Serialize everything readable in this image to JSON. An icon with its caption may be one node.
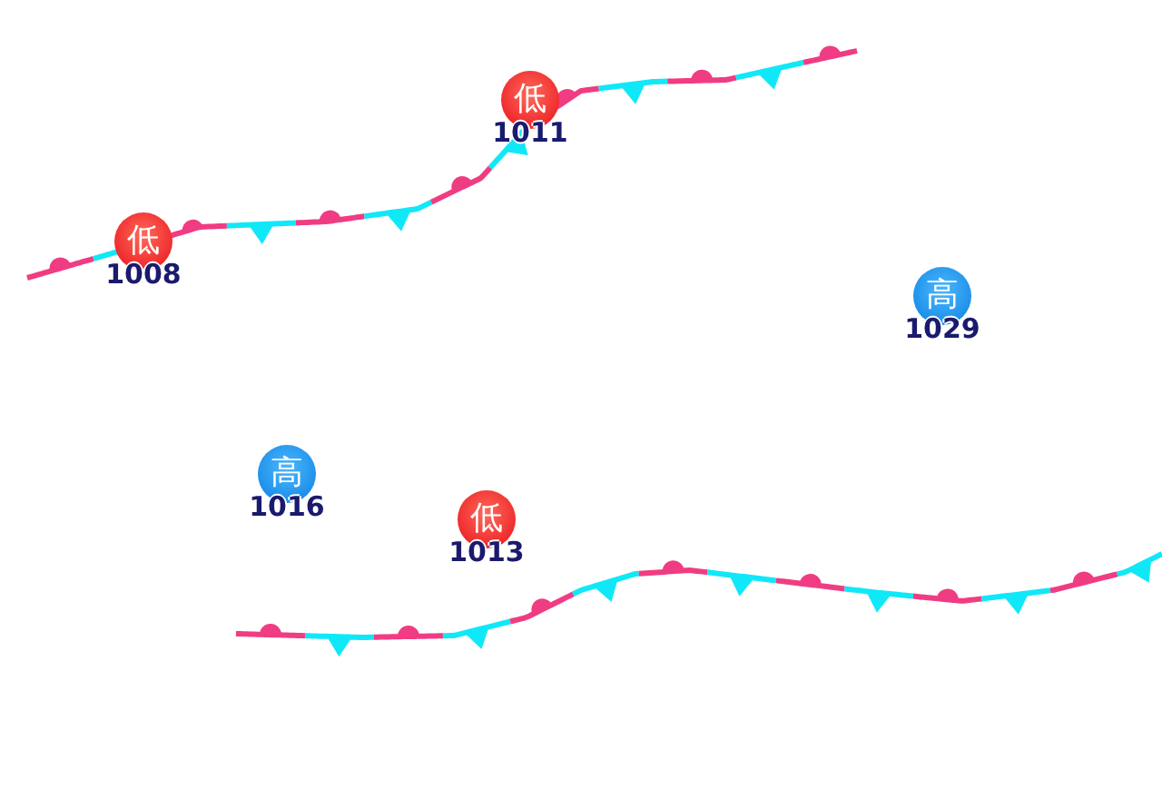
{
  "diagram": {
    "nodes": [
      {
        "text": [
          "低"
        ],
        "beside": [
          "1011"
        ]
      },
      {
        "text": [
          "低"
        ],
        "beside": [
          "1008"
        ]
      },
      {
        "text": [
          "高"
        ],
        "beside": [
          "1029"
        ]
      },
      {
        "text": [
          "高"
        ],
        "beside": [
          "1016"
        ]
      },
      {
        "text": [
          "低"
        ],
        "beside": [
          "1013"
        ]
      }
    ]
  }
}
